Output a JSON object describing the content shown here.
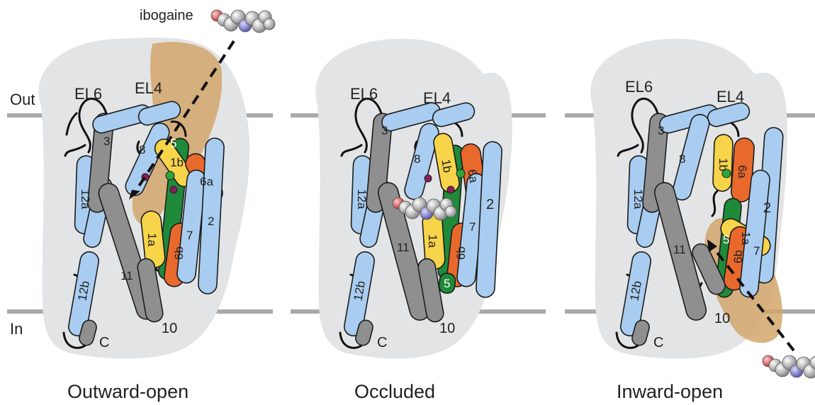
{
  "membrane": {
    "out_label": "Out",
    "in_label": "In"
  },
  "ligand": {
    "name": "ibogaine"
  },
  "panels": [
    {
      "caption": "Outward-open",
      "loops": [
        "EL6",
        "EL4"
      ],
      "helices": [
        "3",
        "8",
        "5",
        "1b",
        "6a",
        "12a",
        "1a",
        "7",
        "2",
        "6b",
        "11",
        "12b",
        "10",
        "C"
      ]
    },
    {
      "caption": "Occluded",
      "loops": [
        "EL6",
        "EL4"
      ],
      "helices": [
        "3",
        "8",
        "1b",
        "6a",
        "12a",
        "1a",
        "7",
        "2",
        "6b",
        "11",
        "12b",
        "5",
        "10",
        "C"
      ]
    },
    {
      "caption": "Inward-open",
      "loops": [
        "EL6",
        "EL4"
      ],
      "helices": [
        "3",
        "8",
        "1b",
        "6a",
        "12a",
        "2",
        "5",
        "1a",
        "6b",
        "7",
        "11",
        "12b",
        "10",
        "C"
      ]
    }
  ],
  "colors": {
    "blue_helix": "#a9cdf0",
    "gray_helix": "#8f8f8f",
    "yellow_helix": "#f7d44a",
    "orange_helix": "#e9692d",
    "green_helix": "#1f8a3a",
    "pathway": "#d2a66a",
    "membrane": "#a9a9a9",
    "protein_body": "#e3e4e6"
  }
}
